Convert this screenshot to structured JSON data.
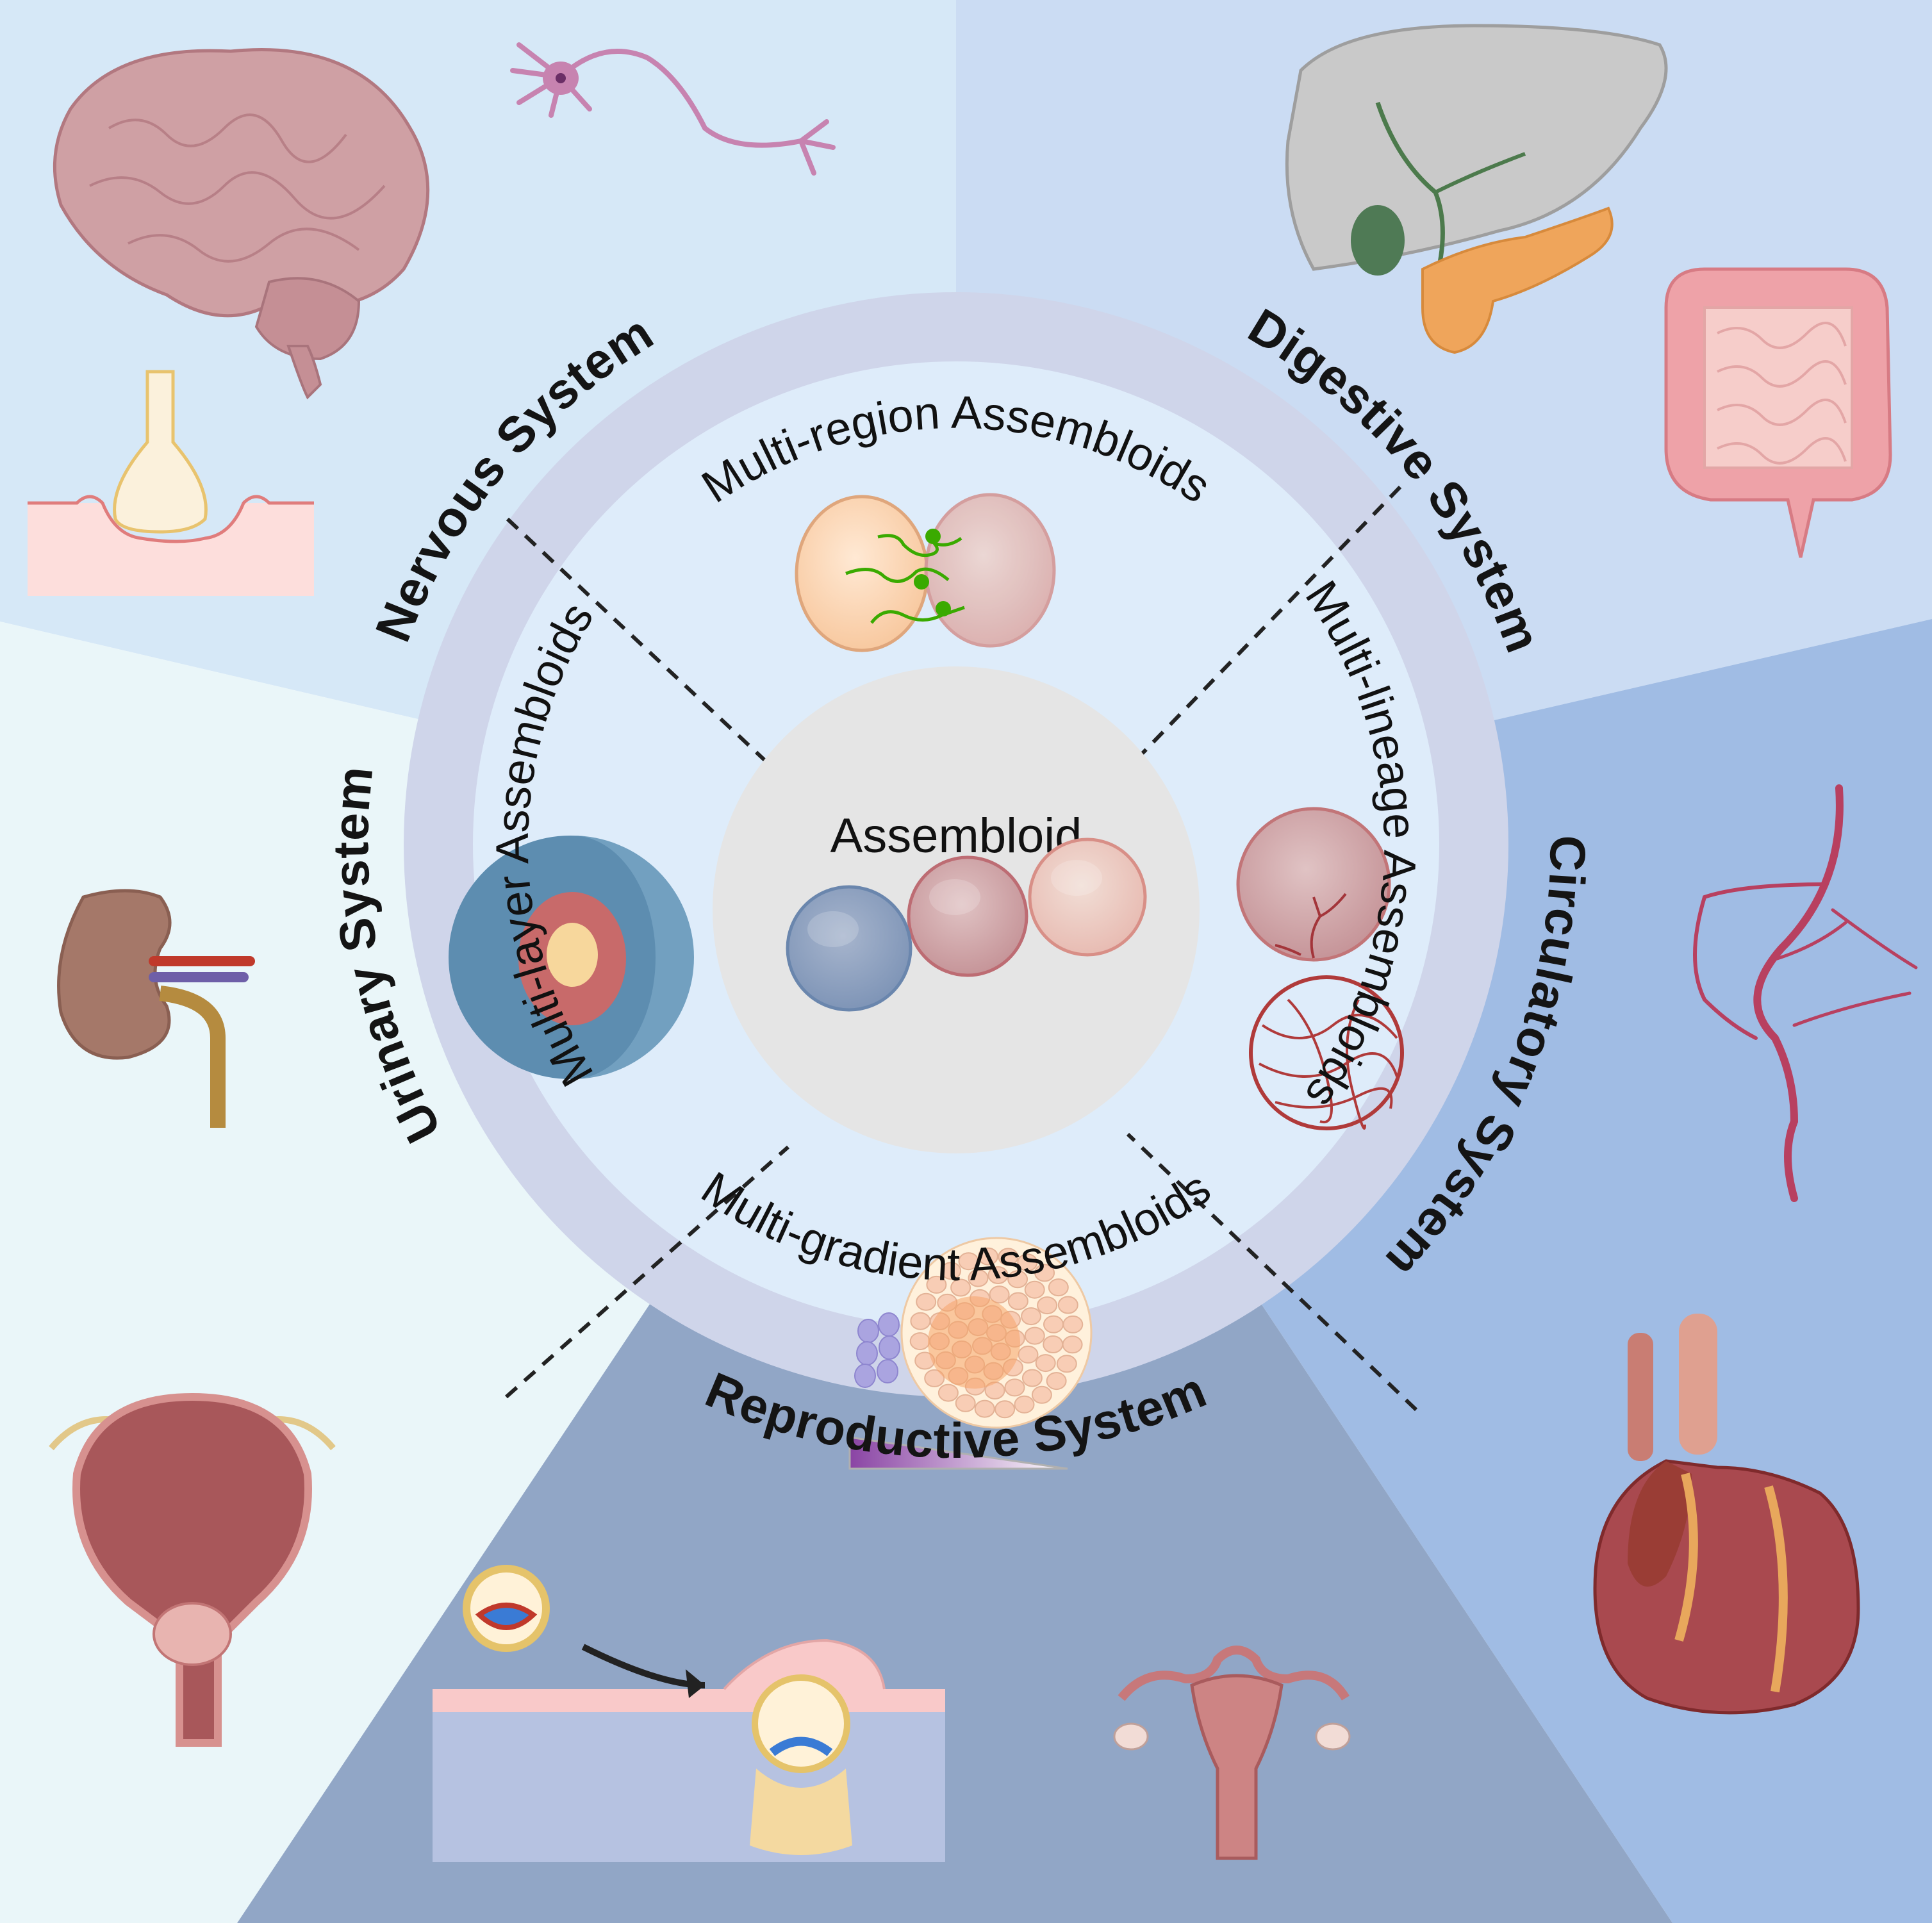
{
  "figure": {
    "center_title": "Assembloid",
    "systems": [
      {
        "id": "nervous",
        "label": "Nervous System",
        "organs": [
          "brain",
          "neuron",
          "synapse"
        ]
      },
      {
        "id": "digestive",
        "label": "Digestive System",
        "organs": [
          "liver-gallbladder-pancreas",
          "intestines"
        ]
      },
      {
        "id": "circulatory",
        "label": "Circulatory System",
        "organs": [
          "blood-vessels",
          "heart"
        ]
      },
      {
        "id": "reproductive",
        "label": "Reproductive System",
        "organs": [
          "blastocyst-implantation",
          "uterus"
        ]
      },
      {
        "id": "urinary",
        "label": "Urinary System",
        "organs": [
          "kidney",
          "bladder-prostate"
        ]
      }
    ],
    "assembloid_types": [
      {
        "id": "multi-region",
        "label": "Multi-region Assembloids",
        "position": "top"
      },
      {
        "id": "multi-lineage",
        "label": "Multi-lineage Assembloids",
        "position": "right"
      },
      {
        "id": "multi-gradient",
        "label": "Multi-gradient Assembloids",
        "position": "bottom"
      },
      {
        "id": "multi-layer",
        "label": "Multi-layer Assembloids",
        "position": "left"
      }
    ],
    "colors": {
      "nervous_bg": "#d6e8f7",
      "digestive_bg": "#cbdcf3",
      "circulatory_bg": "#a0bce4",
      "reproductive_bg": "#91a6c6",
      "urinary_bg": "#eaf6f9",
      "ring": "#cfd5ea",
      "inner_disc": "#deecfa",
      "center_disc": "#e5e5e5",
      "neural_projection": "#3aaa00",
      "gradient_start": "#8a44a4",
      "gradient_end": "#ffffff"
    }
  }
}
